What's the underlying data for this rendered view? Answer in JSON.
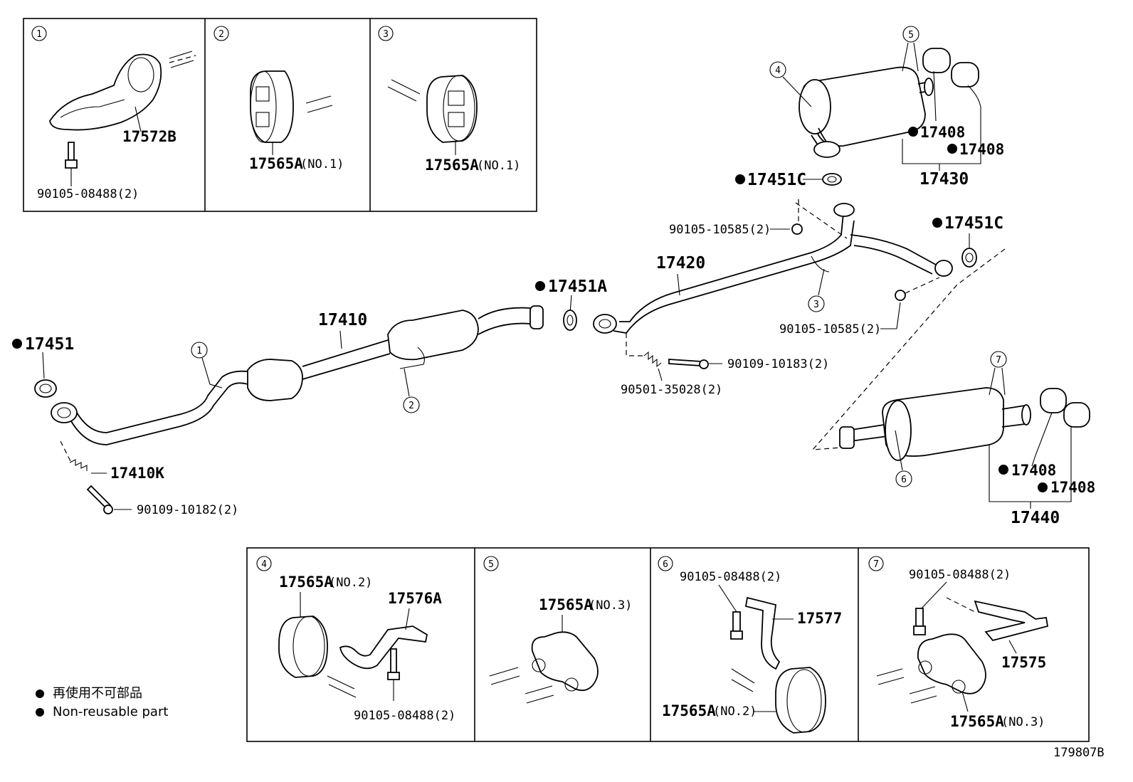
{
  "drawing_id": "179807B",
  "legend": {
    "jp": "再使用不可部品",
    "en": "Non-reusable part"
  },
  "insets": [
    {
      "num": "1",
      "parts": [
        "17572B",
        "90105-08488(2)"
      ]
    },
    {
      "num": "2",
      "parts": [
        "17565A",
        "(NO.1)"
      ]
    },
    {
      "num": "3",
      "parts": [
        "17565A",
        "(NO.1)"
      ]
    },
    {
      "num": "4",
      "parts": [
        "17565A",
        "(NO.2)",
        "17576A",
        "90105-08488(2)"
      ]
    },
    {
      "num": "5",
      "parts": [
        "17565A",
        "(NO.3)"
      ]
    },
    {
      "num": "6",
      "parts": [
        "90105-08488(2)",
        "17577",
        "17565A",
        "(NO.2)"
      ]
    },
    {
      "num": "7",
      "parts": [
        "90105-08488(2)",
        "17575",
        "17565A",
        "(NO.3)"
      ]
    }
  ],
  "main_labels": {
    "p17451": "17451",
    "p17410K": "17410K",
    "p90109_10182": "90109-10182(2)",
    "p17410": "17410",
    "p17451A": "17451A",
    "p17420": "17420",
    "p90109_10183": "90109-10183(2)",
    "p90501_35028": "90501-35028(2)",
    "p90105_10585a": "90105-10585(2)",
    "p90105_10585b": "90105-10585(2)",
    "p17451C_a": "17451C",
    "p17451C_b": "17451C",
    "p17408_a": "17408",
    "p17408_b": "17408",
    "p17430": "17430",
    "p17408_c": "17408",
    "p17408_d": "17408",
    "p17440": "17440"
  },
  "callouts": [
    "1",
    "2",
    "3",
    "4",
    "5",
    "6",
    "7"
  ]
}
